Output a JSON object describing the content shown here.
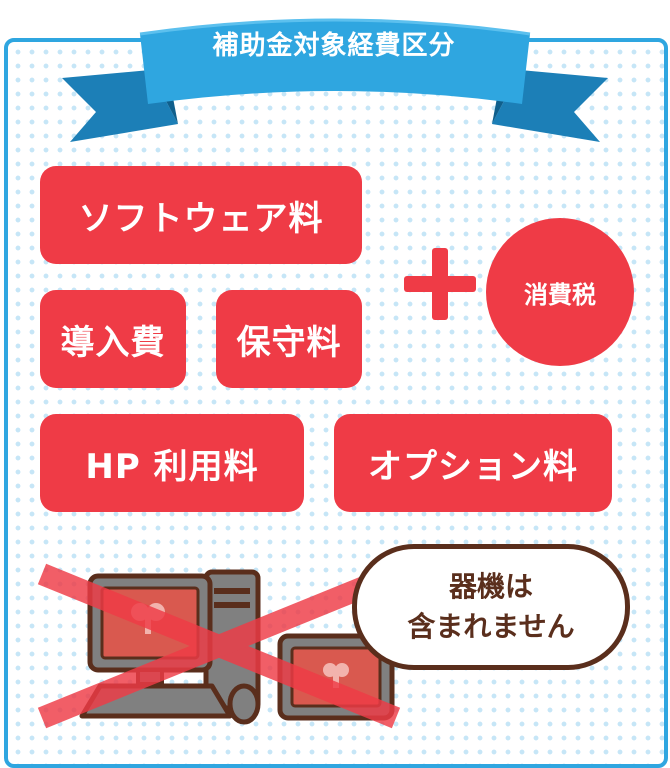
{
  "header": {
    "title": "補助金対象経費区分"
  },
  "expenses": {
    "software": "ソフトウェア料",
    "intro": "導入費",
    "maintenance": "保守料",
    "hp": "HP 利用料",
    "option": "オプション料"
  },
  "tax": {
    "label": "消費税"
  },
  "note": {
    "line1": "器機は",
    "line2": "含まれません"
  },
  "colors": {
    "accent_red": "#ef3b46",
    "ribbon_blue": "#2fa6e0",
    "brown": "#5a2e1c"
  }
}
